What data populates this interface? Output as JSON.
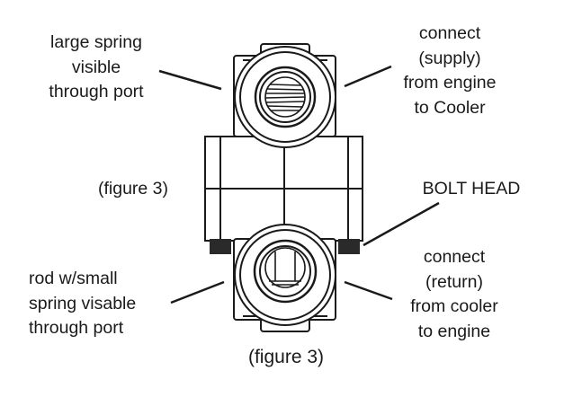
{
  "diagram": {
    "title": "(figure 3)",
    "side_caption": "(figure 3)",
    "callouts": {
      "top_left": [
        "large spring",
        "visible",
        "through port"
      ],
      "top_right": [
        "connect",
        "(supply)",
        "from engine",
        "to Cooler"
      ],
      "bolt": [
        "BOLT HEAD"
      ],
      "bottom_left": [
        "rod w/small",
        "spring visable",
        "through port"
      ],
      "bottom_right": [
        "connect",
        "(return)",
        "from cooler",
        "to engine"
      ]
    },
    "colors": {
      "ink": "#1a1a1a",
      "bolt": "#2a2a2a",
      "background": "#ffffff"
    }
  }
}
